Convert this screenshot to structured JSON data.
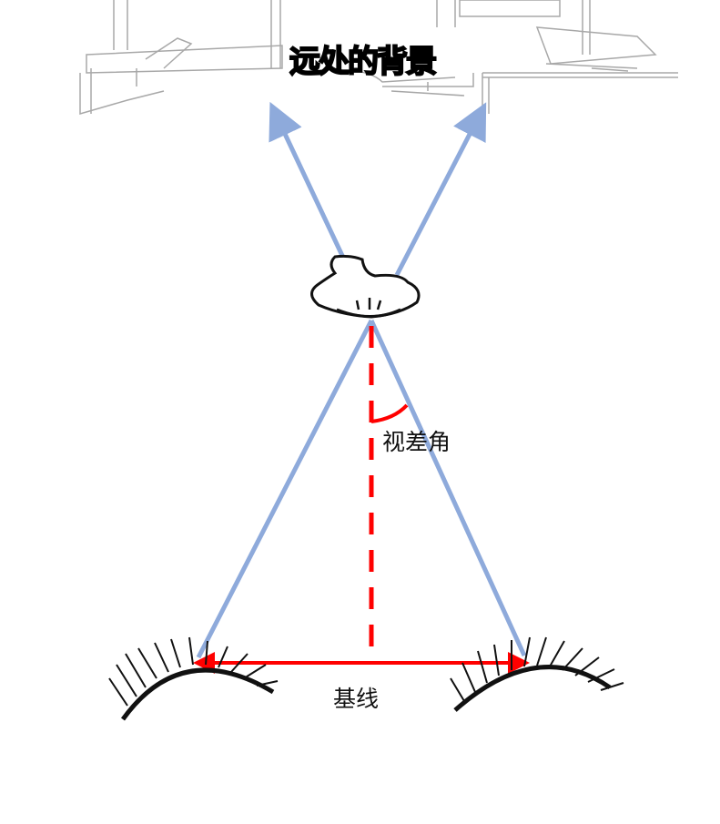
{
  "labels": {
    "background": "远处的背景",
    "parallax_angle": "视差角",
    "baseline": "基线"
  },
  "colors": {
    "sight_lines": "#8eaadb",
    "measure": "#ff0000",
    "sketch": "#9a9a9a"
  }
}
